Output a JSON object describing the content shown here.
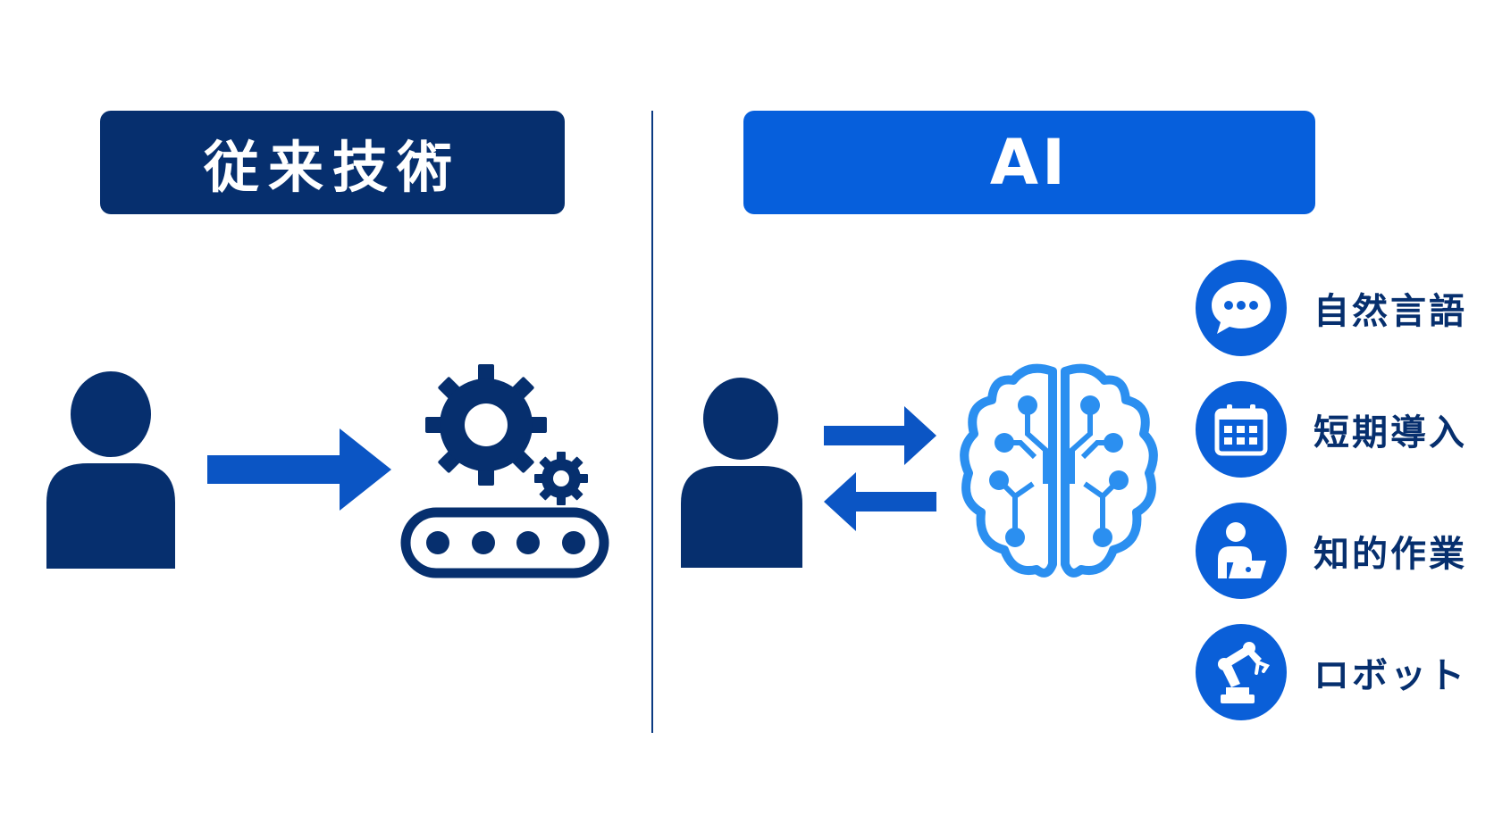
{
  "left_panel": {
    "title": "従来技術",
    "colors": {
      "header_bg": "#062f6e",
      "icon": "#062f6e",
      "arrow": "#0b55c4"
    },
    "icons": [
      "person-icon",
      "arrow-right-icon",
      "gears-icon",
      "conveyor-belt-icon"
    ]
  },
  "right_panel": {
    "title": "AI",
    "colors": {
      "header_bg": "#065fdc",
      "brain": "#2b8ff0",
      "feature_circle": "#0a5fd8"
    },
    "icons": [
      "person-icon",
      "bidirectional-arrows-icon",
      "ai-brain-icon"
    ],
    "features": [
      {
        "label": "自然言語",
        "icon": "chat-bubble-icon"
      },
      {
        "label": "短期導入",
        "icon": "calendar-icon"
      },
      {
        "label": "知的作業",
        "icon": "person-laptop-icon"
      },
      {
        "label": "ロボット",
        "icon": "robot-arm-icon"
      }
    ]
  }
}
